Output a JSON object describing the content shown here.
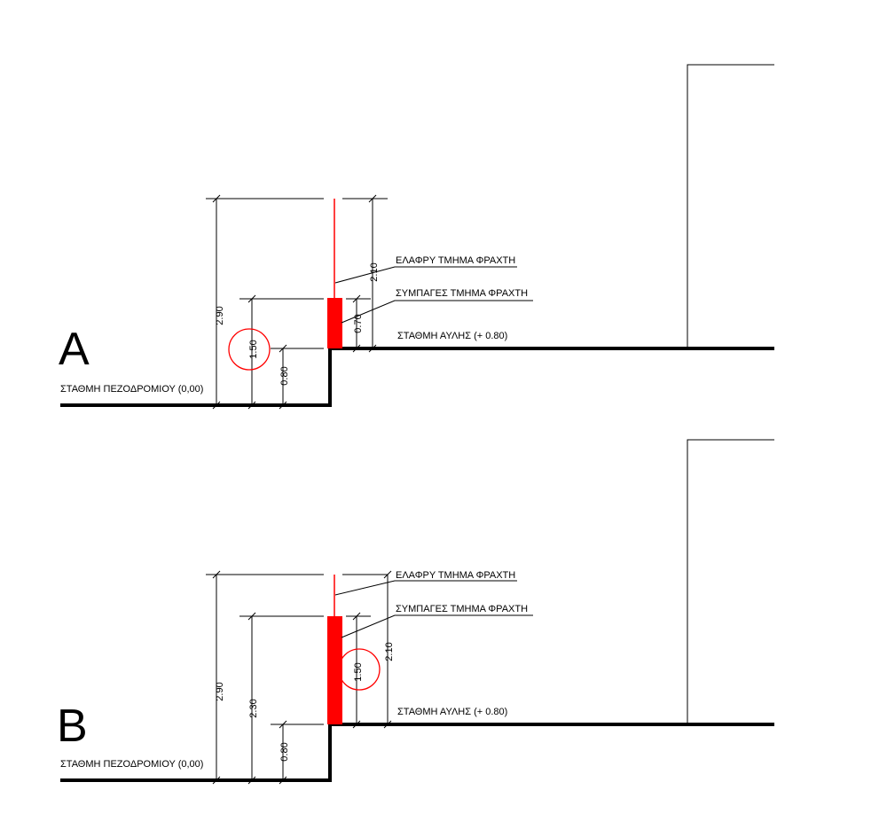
{
  "colors": {
    "fence": "#ff0000",
    "line": "#000000",
    "background": "#ffffff"
  },
  "sectionA": {
    "letter": "A",
    "sidewalk_label": "ΣΤΑΘΜΗ ΠΕΖΟΔΡΟΜΙΟΥ (0,00)",
    "yard_label": "ΣΤΑΘΜΗ ΑΥΛΗΣ (+ 0.80)",
    "light_fence_label": "ΕΛΑΦΡΥ ΤΜΗΜΑ ΦΡΑΧΤΗ",
    "solid_fence_label": "ΣΥΜΠΑΓΕΣ ΤΜΗΜΑ ΦΡΑΧΤΗ",
    "dim_total": "2.90",
    "dim_solid_from_sidewalk": "1.50",
    "dim_step": "0.80",
    "dim_from_yard": "2.10",
    "dim_solid_part": "0.70"
  },
  "sectionB": {
    "letter": "B",
    "sidewalk_label": "ΣΤΑΘΜΗ ΠΕΖΟΔΡΟΜΙΟΥ (0,00)",
    "yard_label": "ΣΤΑΘΜΗ ΑΥΛΗΣ (+ 0.80)",
    "light_fence_label": "ΕΛΑΦΡΥ ΤΜΗΜΑ ΦΡΑΧΤΗ",
    "solid_fence_label": "ΣΥΜΠΑΓΕΣ ΤΜΗΜΑ ΦΡΑΧΤΗ",
    "dim_total": "2.90",
    "dim_solid_from_sidewalk": "2.30",
    "dim_step": "0.80",
    "dim_from_yard": "2.10",
    "dim_solid_part": "1.50"
  }
}
